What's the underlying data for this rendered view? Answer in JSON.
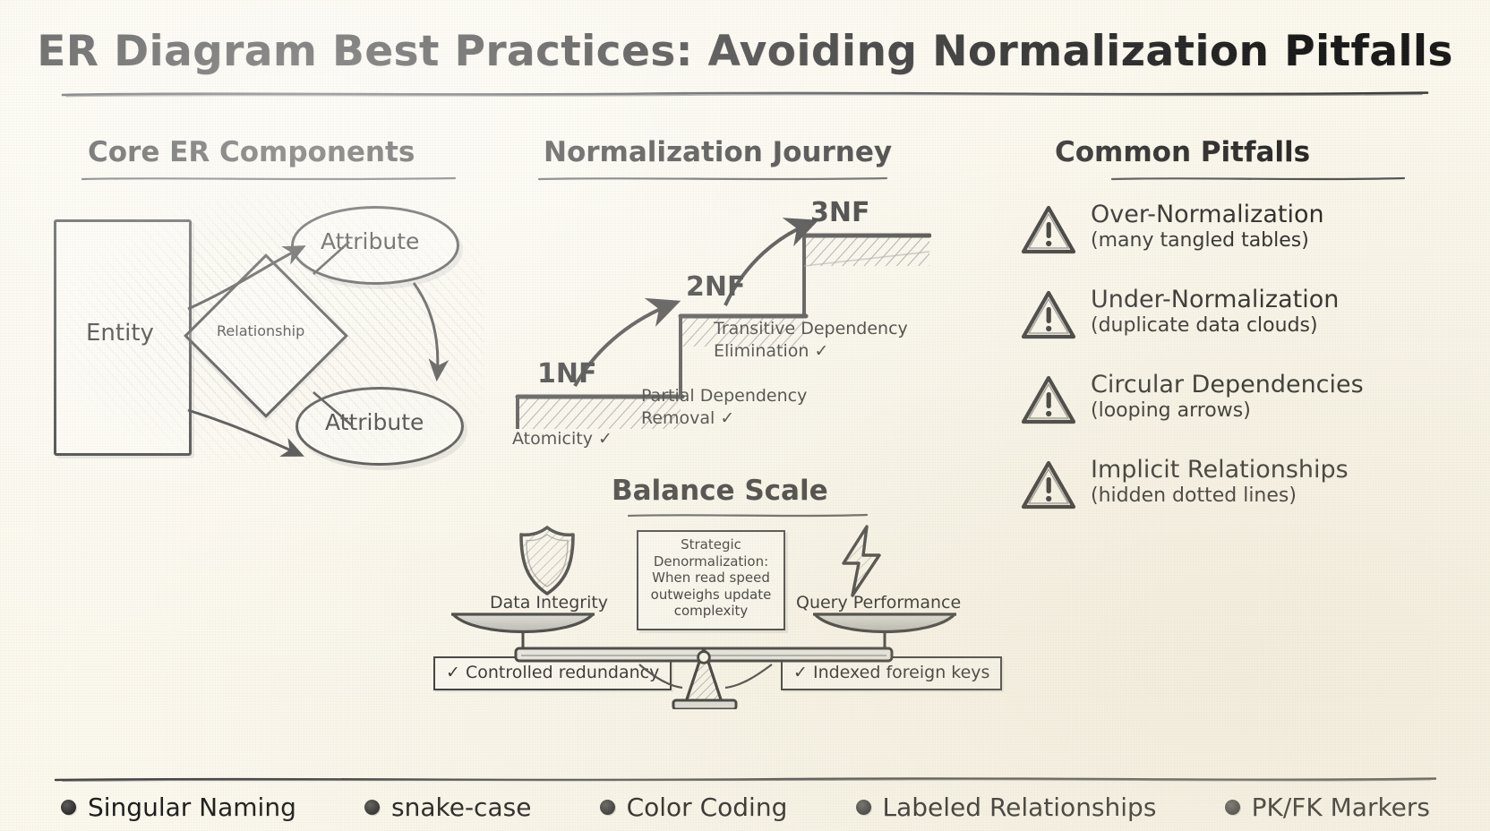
{
  "page": {
    "title": "ER Diagram Best Practices: Avoiding Normalization Pitfalls",
    "background_color": "#fbf8ee",
    "ink_color": "#1b1b1b"
  },
  "core_er": {
    "heading": "Core ER Components",
    "entity_label": "Entity",
    "relationship_label": "Relationship",
    "attribute_top_label": "Attribute",
    "attribute_bottom_label": "Attribute"
  },
  "normalization": {
    "heading": "Normalization Journey",
    "steps": [
      {
        "level": "1NF",
        "note": "Atomicity ✓"
      },
      {
        "level": "2NF",
        "note": "Partial Dependency\nRemoval ✓"
      },
      {
        "level": "3NF",
        "note": "Transitive Dependency\nElimination ✓"
      }
    ]
  },
  "pitfalls": {
    "heading": "Common Pitfalls",
    "items": [
      {
        "icon": "warning-triangle-icon",
        "title": "Over-Normalization",
        "subtitle": "(many tangled tables)"
      },
      {
        "icon": "warning-triangle-icon",
        "title": "Under-Normalization",
        "subtitle": "(duplicate data clouds)"
      },
      {
        "icon": "warning-triangle-icon",
        "title": "Circular Dependencies",
        "subtitle": "(looping arrows)"
      },
      {
        "icon": "warning-triangle-icon",
        "title": "Implicit Relationships",
        "subtitle": "(hidden dotted lines)"
      }
    ]
  },
  "balance_scale": {
    "heading": "Balance Scale",
    "left": {
      "icon": "shield-icon",
      "label": "Data Integrity",
      "tag": "✓ Controlled redundancy"
    },
    "right": {
      "icon": "lightning-bolt-icon",
      "label": "Query Performance",
      "tag": "✓ Indexed foreign keys"
    },
    "note": "Strategic\nDenormalization:\nWhen read speed\noutweighs update\ncomplexity"
  },
  "footer": {
    "items": [
      "Singular Naming",
      "snake-case",
      "Color Coding",
      "Labeled Relationships",
      "PK/FK Markers"
    ]
  }
}
